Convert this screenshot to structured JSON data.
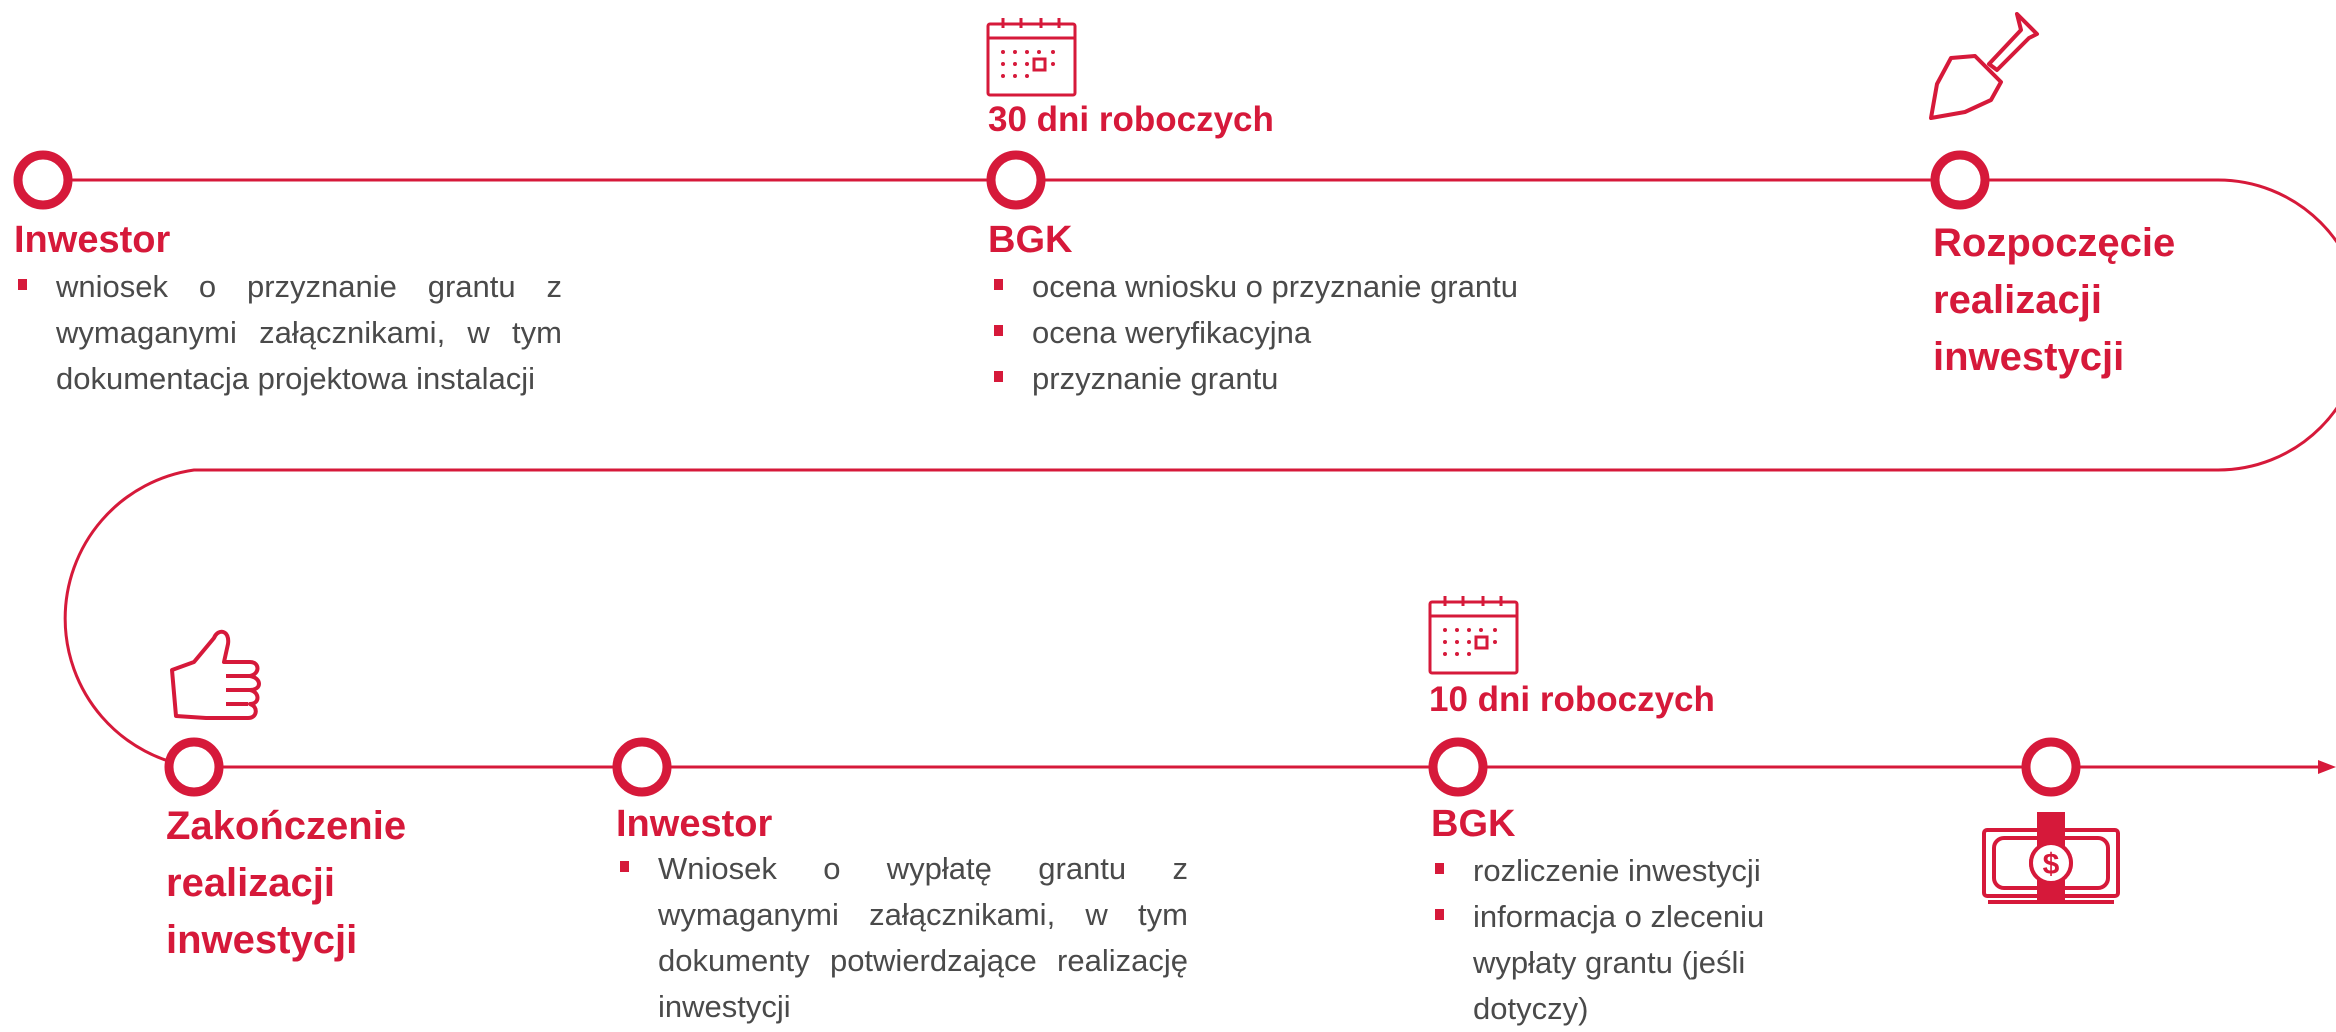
{
  "colors": {
    "accent": "#d6193a",
    "text": "#4a4a4a"
  },
  "steps": {
    "s1": {
      "title": "Inwestor",
      "items": [
        "wniosek o przyznanie grantu z wymaganymi załącznikami, w tym dokumentacja projektowa instalacji"
      ]
    },
    "s2": {
      "duration": "30 dni roboczych",
      "title": "BGK",
      "items": [
        "ocena wniosku o przyznanie grantu",
        "ocena weryfikacyjna",
        "przyznanie grantu"
      ],
      "icon": "calendar-icon"
    },
    "s3": {
      "title_lines": [
        "Rozpoczęcie",
        "realizacji",
        "inwestycji"
      ],
      "icon": "shovel-icon"
    },
    "s4": {
      "title_lines": [
        "Zakończenie",
        "realizacji",
        "inwestycji"
      ],
      "icon": "thumbs-up-icon"
    },
    "s5": {
      "title": "Inwestor",
      "items": [
        "Wniosek o wypłatę grantu z wymaganymi załącznikami, w tym dokumenty potwierdzające realizację inwestycji"
      ]
    },
    "s6": {
      "duration": "10 dni roboczych",
      "title": "BGK",
      "items": [
        "rozliczenie inwestycji",
        "informacja o zleceniu wypłaty grantu (jeśli dotyczy)"
      ],
      "icon": "calendar-icon"
    },
    "s7": {
      "icon": "money-icon"
    }
  }
}
